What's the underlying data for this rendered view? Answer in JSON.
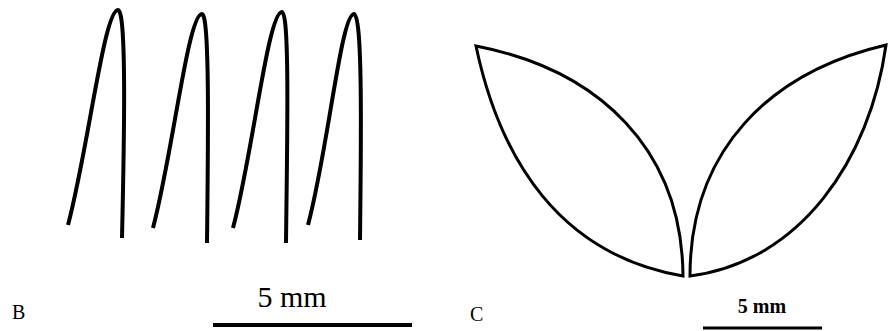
{
  "diagram": {
    "labels": [
      "B",
      "5 mm",
      "C",
      "5 mm"
    ]
  }
}
